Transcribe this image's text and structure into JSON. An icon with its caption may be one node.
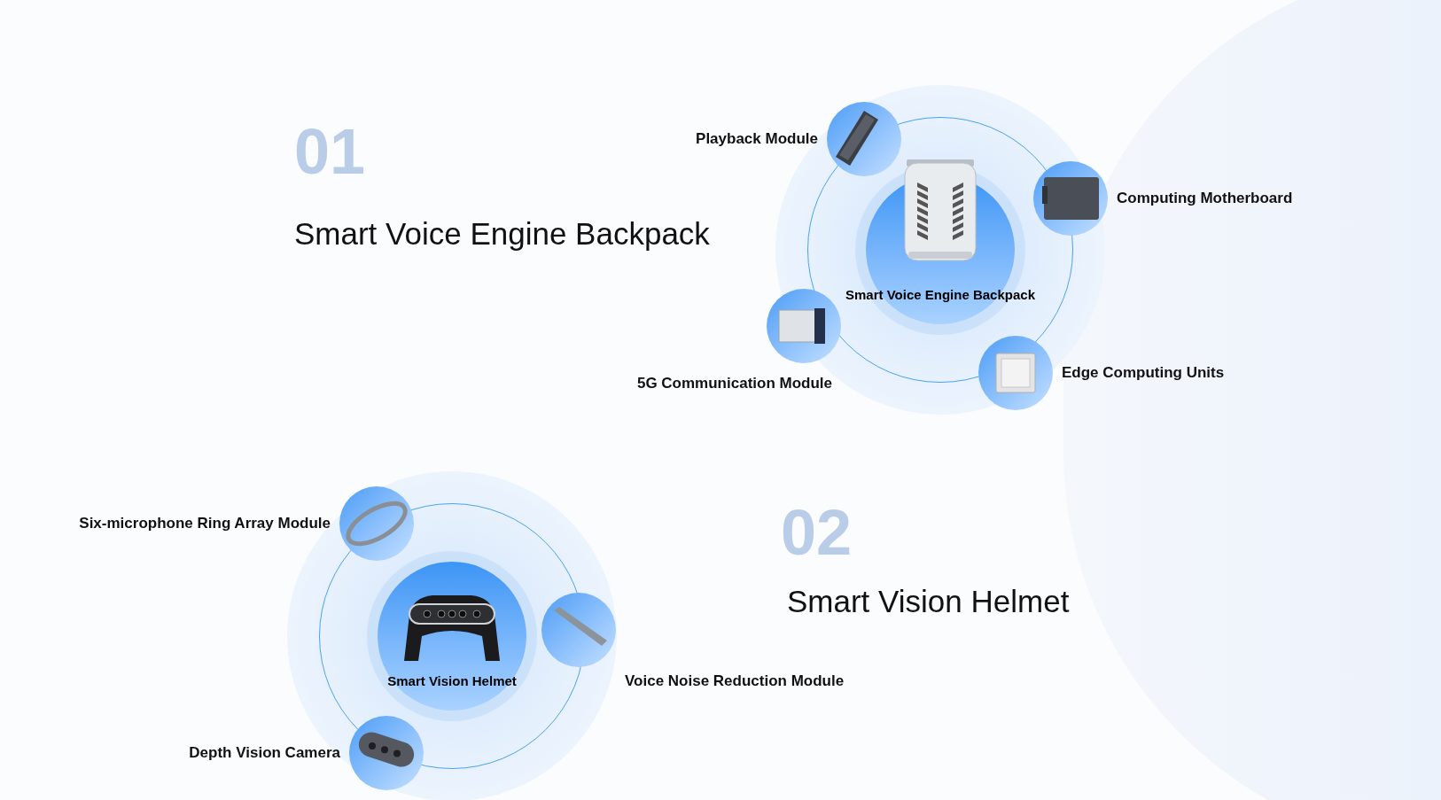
{
  "diagram": {
    "nodes": [
      {
        "text": [
          "Smart Voice Engine Backpack"
        ]
      },
      {
        "text": [
          "Playback Module"
        ]
      },
      {
        "text": [
          "Computing Motherboard"
        ]
      },
      {
        "text": [
          "5G Communication Module"
        ]
      },
      {
        "text": [
          "Edge Computing Units"
        ]
      },
      {
        "text": [
          "Smart Vision Helmet"
        ]
      },
      {
        "text": [
          "Six-microphone Ring Array Module"
        ]
      },
      {
        "text": [
          "Voice Noise Reduction Module"
        ]
      },
      {
        "text": [
          "Depth Vision Camera"
        ]
      }
    ],
    "labels": [
      "01",
      "Smart Voice Engine Backpack",
      "02",
      "Smart Vision Helmet"
    ]
  }
}
